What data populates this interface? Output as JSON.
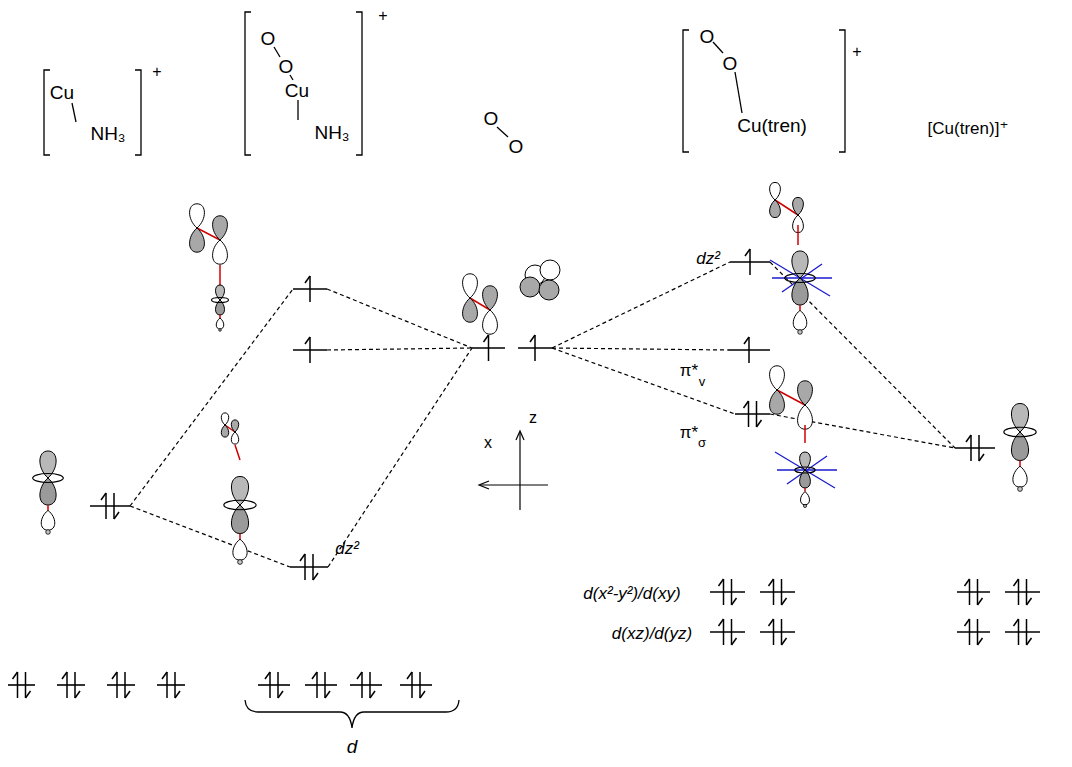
{
  "diagram": {
    "labels": [
      "Cu",
      "NH₃",
      "+",
      "O",
      "O",
      "Cu",
      "NH₃",
      "+",
      "O",
      "O",
      "O",
      "O",
      "Cu(tren)",
      "+",
      "[Cu(tren)]⁺",
      "dz²",
      "π*",
      "v",
      "π*",
      "σ",
      "dz²",
      "z",
      "x",
      "d(x²-y²)/d(xy)",
      "d(xz)/d(yz)",
      "d"
    ]
  }
}
